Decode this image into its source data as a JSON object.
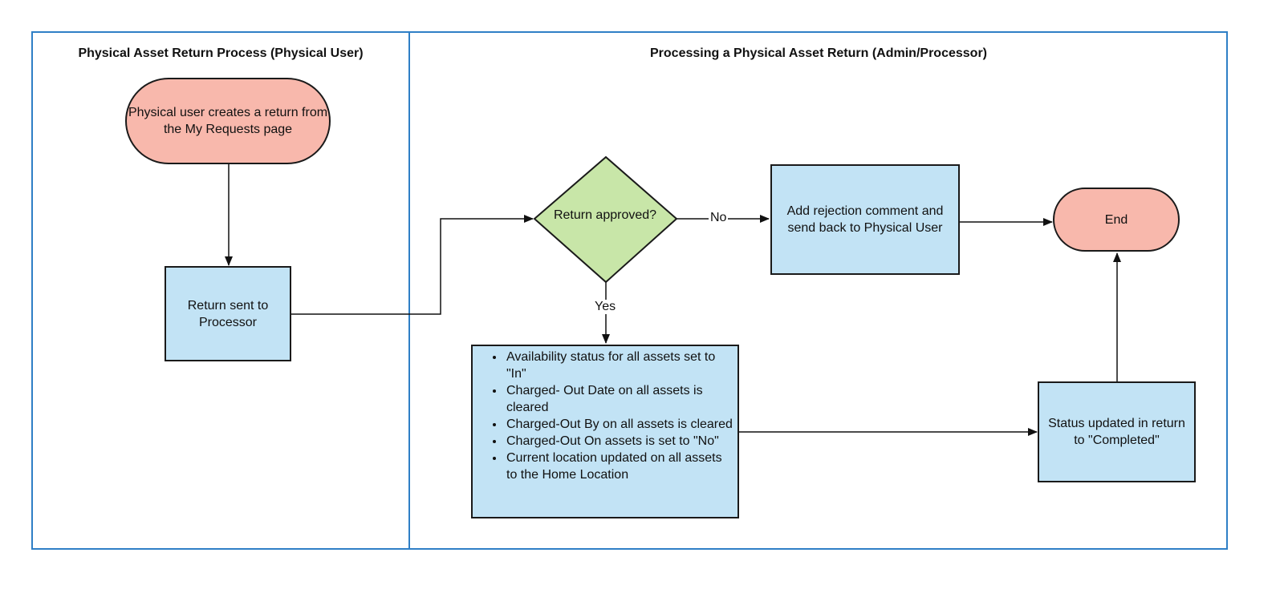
{
  "lanes": {
    "left_title": "Physical Asset Return Process (Physical User)",
    "right_title": "Processing a Physical Asset Return (Admin/Processor)"
  },
  "nodes": {
    "start": "Physical user creates a return from the My Requests page",
    "sent": "Return sent to Processor",
    "decision": "Return approved?",
    "reject": "Add rejection comment and send back to Physical User",
    "end": "End",
    "status": "Status updated in return to \"Completed\"",
    "actions": [
      "Availability status for all assets set to \"In\"",
      "Charged- Out Date on all assets is cleared",
      "Charged-Out By on all assets is cleared",
      "Charged-Out On assets  is set to \"No\"",
      "Current location updated on all assets to the Home Location"
    ]
  },
  "edge_labels": {
    "no": "No",
    "yes": "Yes"
  },
  "colors": {
    "terminal": "#f8b8ac",
    "process": "#c2e3f5",
    "decision": "#c8e6a8",
    "lane_border": "#2f7fc6"
  }
}
